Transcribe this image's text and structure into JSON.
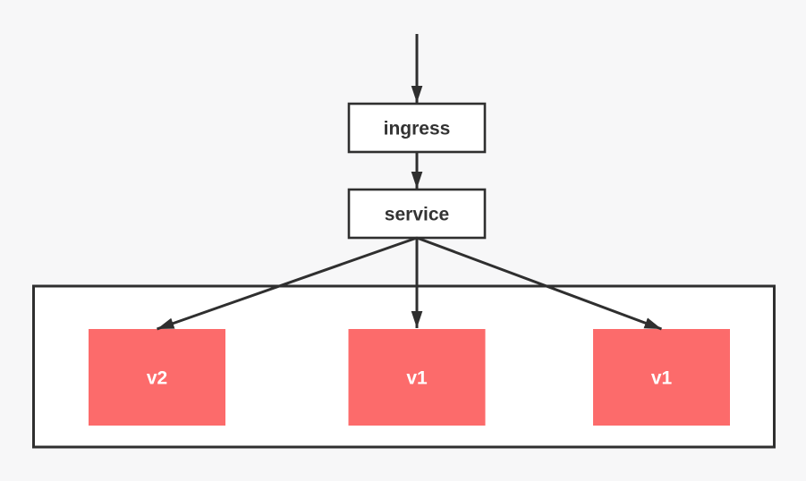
{
  "colors": {
    "background": "#f7f7f8",
    "box_fill": "#ffffff",
    "stroke_dark": "#2f2f2f",
    "pod_red": "#fc6b6b",
    "node_text": "#333333",
    "pod_text": "#ffffff"
  },
  "diagram": {
    "nodes": {
      "ingress": {
        "label": "ingress"
      },
      "service": {
        "label": "service"
      },
      "pods": [
        {
          "label": "v2"
        },
        {
          "label": "v1"
        },
        {
          "label": "v1"
        }
      ]
    },
    "edges": [
      {
        "from": "external-traffic",
        "to": "ingress"
      },
      {
        "from": "ingress",
        "to": "service"
      },
      {
        "from": "service",
        "to": "pod-v2"
      },
      {
        "from": "service",
        "to": "pod-v1-middle"
      },
      {
        "from": "service",
        "to": "pod-v1-right"
      }
    ]
  }
}
